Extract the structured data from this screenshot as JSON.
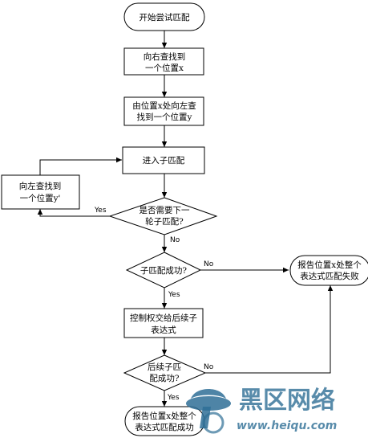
{
  "nodes": {
    "start": "开始尝试匹配",
    "find_right_1": "向右查找到",
    "find_right_2": "一个位置x",
    "from_x_1": "由位置x处向左查",
    "from_x_2": "找到一个位置y",
    "enter_sub": "进入子匹配",
    "left_y_1": "向左查找到",
    "left_y_2": "一个位置y'",
    "next_round_1": "是否需要下一",
    "next_round_2": "轮子匹配?",
    "sub_ok": "子匹配成功?",
    "handover_1": "控制权交给后续子",
    "handover_2": "表达式",
    "follow_ok_1": "后续子匹",
    "follow_ok_2": "配成功?",
    "fail_1": "报告位置x处整个",
    "fail_2": "表达式匹配失败",
    "success_1": "报告位置x处整个",
    "success_2": "表达式匹配成功"
  },
  "edges": {
    "yes_next_round": "Yes",
    "no_next_round": "No",
    "no_sub_ok": "No",
    "yes_sub_ok": "Yes",
    "no_follow_ok": "No",
    "yes_follow_ok": "Yes"
  },
  "watermark": {
    "name": "黑区网络",
    "url": "www.heiqu.com",
    "color": "#2f6f96"
  }
}
